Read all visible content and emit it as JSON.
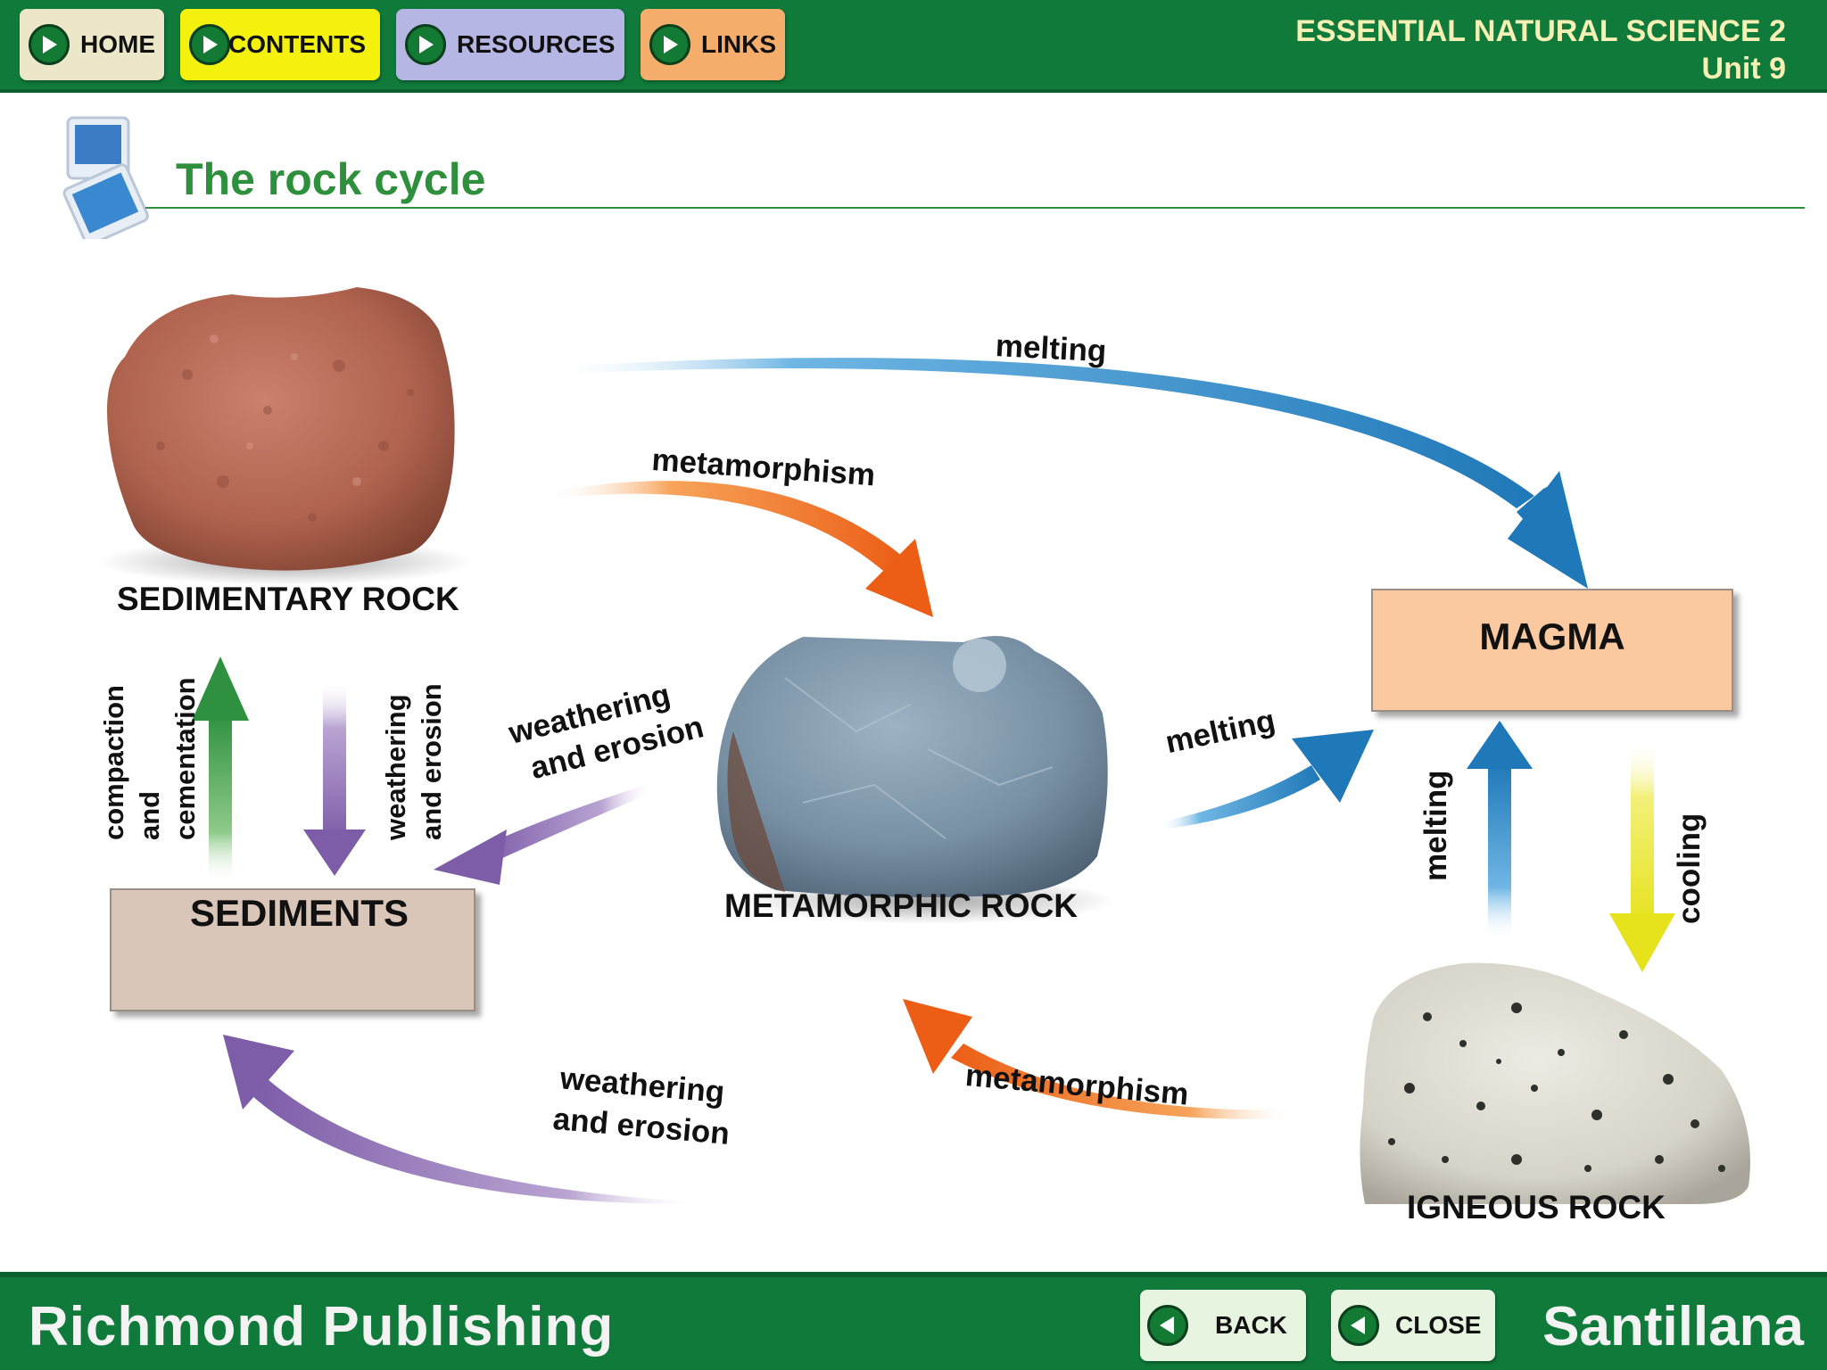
{
  "nav": {
    "home": "HOME",
    "contents": "CONTENTS",
    "resources": "RESOURCES",
    "links": "LINKS"
  },
  "header": {
    "series": "ESSENTIAL NATURAL SCIENCE 2",
    "unit": "Unit 9"
  },
  "page_title": "The rock cycle",
  "nodes": {
    "sedimentary_rock": "SEDIMENTARY ROCK",
    "sediments": "SEDIMENTS",
    "metamorphic_rock": "METAMORPHIC ROCK",
    "magma": "MAGMA",
    "igneous_rock": "IGNEOUS ROCK"
  },
  "processes": {
    "melting_top": "melting",
    "metamorphism_top": "metamorphism",
    "compaction_1": "compaction",
    "compaction_2": "and",
    "compaction_3": "cementation",
    "weathering_left_1": "weathering",
    "weathering_left_2": "and erosion",
    "weathering_meta_1": "weathering",
    "weathering_meta_2": "and erosion",
    "melting_meta": "melting",
    "melting_igneous": "melting",
    "cooling": "cooling",
    "metamorphism_bottom": "metamorphism",
    "weathering_bottom_1": "weathering",
    "weathering_bottom_2": "and erosion"
  },
  "footer": {
    "publisher": "Richmond Publishing",
    "back": "BACK",
    "close": "CLOSE",
    "brand": "Santillana"
  },
  "colors": {
    "bar_green": "#0f7a3a",
    "home_button": "#ece7c8",
    "contents_button": "#f4f10f",
    "resources_button": "#b6b6e4",
    "links_button": "#f5ad6c",
    "title_green": "#2e8f3c",
    "magma_box": "#fbc9a0",
    "sediments_box": "#d9c6b8",
    "arrow_blue": "#2a86c1",
    "arrow_orange": "#ee6a1f",
    "arrow_purple": "#8b6bb0",
    "arrow_green": "#3e9a4a",
    "arrow_yellow": "#eae72a"
  }
}
